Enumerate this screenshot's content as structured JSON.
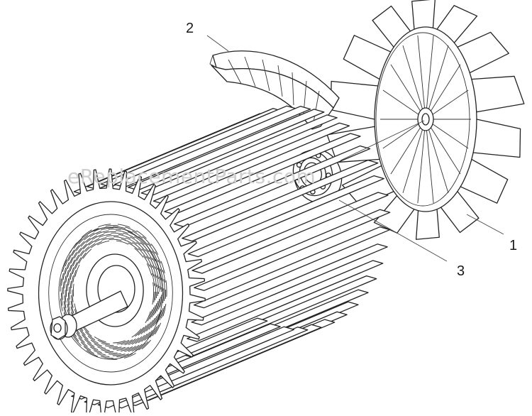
{
  "watermark": "eReplacementParts.com",
  "callouts": [
    {
      "id": "1",
      "label": "1"
    },
    {
      "id": "2",
      "label": "2"
    },
    {
      "id": "3",
      "label": "3"
    }
  ],
  "parts": [
    {
      "callout": "1",
      "icon": "cooling-fan-icon"
    },
    {
      "callout": "2",
      "icon": "fan-shroud-segment-icon"
    },
    {
      "callout": "3",
      "icon": "ball-bearing-icon"
    },
    {
      "callout": "",
      "icon": "motor-stator-rotor-icon"
    }
  ],
  "colors": {
    "line": "#222222",
    "watermark": "#cfcfcf",
    "background": "#ffffff"
  }
}
